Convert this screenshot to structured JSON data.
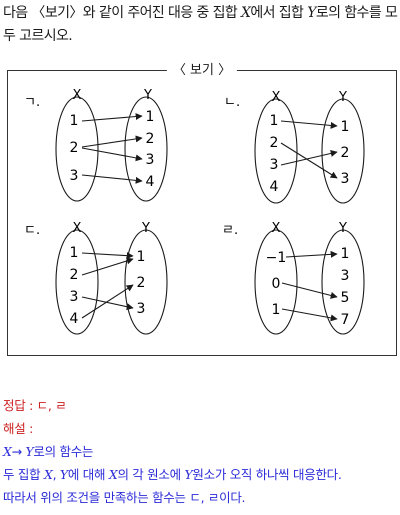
{
  "question": {
    "prefix": "다음 ",
    "bogi_ref": "〈보기〉",
    "mid1": "와 같이 주어진 대응 중 집합 ",
    "varX": "X",
    "mid2": "에서 집합 ",
    "varY": "Y",
    "suffix": "로의 함수를 모두 고르시오."
  },
  "bogi": {
    "title": "〈 보기 〉"
  },
  "diagrams": [
    {
      "label": "ㄱ.",
      "xhead": "X",
      "yhead": "Y",
      "x": [
        "1",
        "2",
        "3"
      ],
      "y": [
        "1",
        "2",
        "3",
        "4"
      ]
    },
    {
      "label": "ㄴ.",
      "xhead": "X",
      "yhead": "Y",
      "x": [
        "1",
        "2",
        "3",
        "4"
      ],
      "y": [
        "1",
        "2",
        "3"
      ]
    },
    {
      "label": "ㄷ.",
      "xhead": "X",
      "yhead": "Y",
      "x": [
        "1",
        "2",
        "3",
        "4"
      ],
      "y": [
        "1",
        "2",
        "3"
      ]
    },
    {
      "label": "ㄹ.",
      "xhead": "X",
      "yhead": "Y",
      "x": [
        "−1",
        "0",
        "1"
      ],
      "y": [
        "1",
        "3",
        "5",
        "7"
      ]
    }
  ],
  "answer": {
    "label": "정답 : ",
    "value": "ㄷ, ㄹ",
    "explain_label": "해설 :",
    "line1_x": "X",
    "line1_arrow": "→ ",
    "line1_y": "Y",
    "line1_rest": "로의 함수는",
    "line2_a": "두 집합 ",
    "line2_x": "X",
    "line2_sep": ", ",
    "line2_y": "Y",
    "line2_b": "에 대해 ",
    "line2_x2": "X",
    "line2_c": "의 각 원소에 ",
    "line2_y2": "Y",
    "line2_d": "원소가 오직 하나씩 대응한다.",
    "line3": "따라서 위의 조건을 만족하는 함수는 ㄷ, ㄹ이다."
  }
}
